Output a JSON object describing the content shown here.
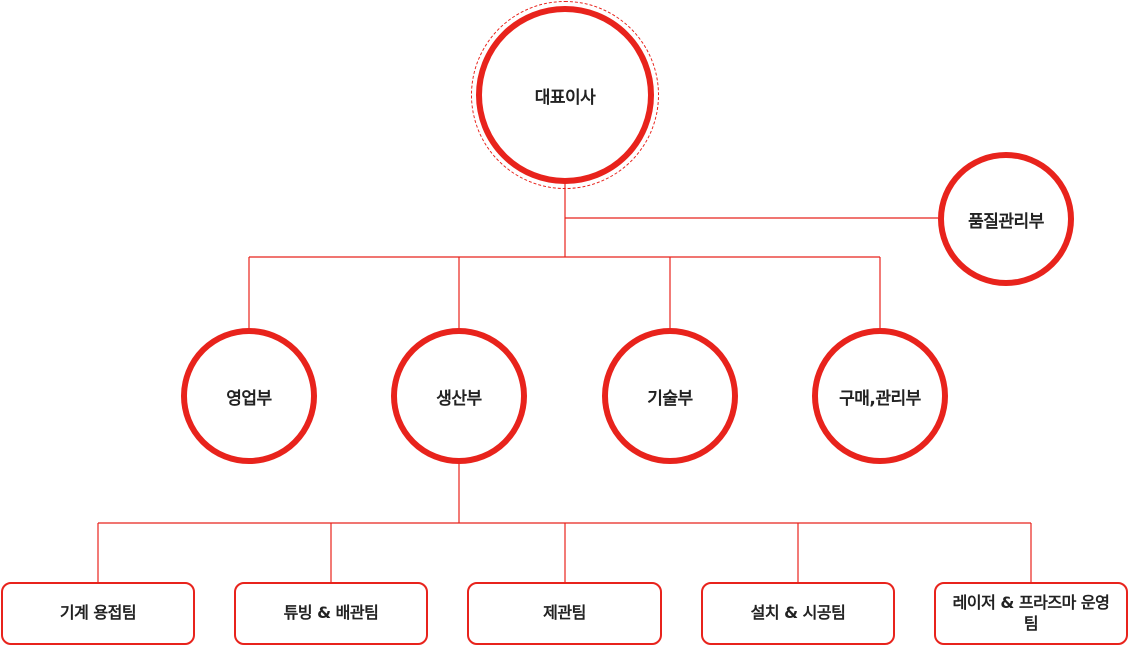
{
  "colors": {
    "accent": "#e8231c",
    "text": "#222222",
    "background": "#ffffff"
  },
  "org": {
    "ceo": "대표이사",
    "quality": "품질관리부",
    "departments": [
      "영업부",
      "생산부",
      "기술부",
      "구매,관리부"
    ],
    "teams": [
      "기계 용접팀",
      "튜빙 & 배관팀",
      "제관팀",
      "설치 & 시공팀",
      "레이저 & 프라즈마 운영팀"
    ]
  }
}
